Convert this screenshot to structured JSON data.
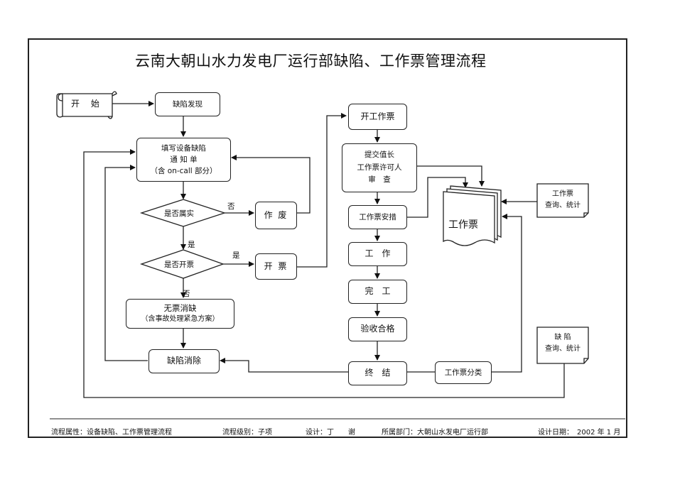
{
  "title": "云南大朝山水力发电厂运行部缺陷、工作票管理流程",
  "nodes": {
    "start": "开 始",
    "defect_found": "缺陷发现",
    "fill_notice_1": "填写设备缺陷",
    "fill_notice_2": "通 知 单",
    "fill_notice_3": "（含 on-call 部分）",
    "is_real": "是否属实",
    "void": "作 废",
    "need_ticket": "是否开票",
    "issue_ticket": "开 票",
    "no_ticket_1": "无票消缺",
    "no_ticket_2": "（含事故处理紧急方案）",
    "eliminate": "缺陷消除",
    "open_ticket": "开工作票",
    "submit_1": "提交值长",
    "submit_2": "工作票许可人",
    "submit_3": "审　查",
    "ticket_measures": "工作票安措",
    "work": "工　作",
    "complete": "完　工",
    "acceptance": "验收合格",
    "end": "终　结",
    "ticket_classify": "工作票分类",
    "work_ticket_doc": "工作票",
    "note1_1": "工作票",
    "note1_2": "查询、统计",
    "note2_1": "缺 陷",
    "note2_2": "查询、统计"
  },
  "edge_labels": {
    "no_1": "否",
    "yes_1": "是",
    "yes_2": "是",
    "no_2": "否"
  },
  "footer": {
    "process_attr": "流程属性：设备缺陷、工作票管理流程",
    "process_level": "流程级别：子项",
    "designer": "设计：丁　　谢",
    "department": "所属部门：大朝山水发电厂运行部",
    "design_date": "设计日期：　2002 年 1 月"
  }
}
